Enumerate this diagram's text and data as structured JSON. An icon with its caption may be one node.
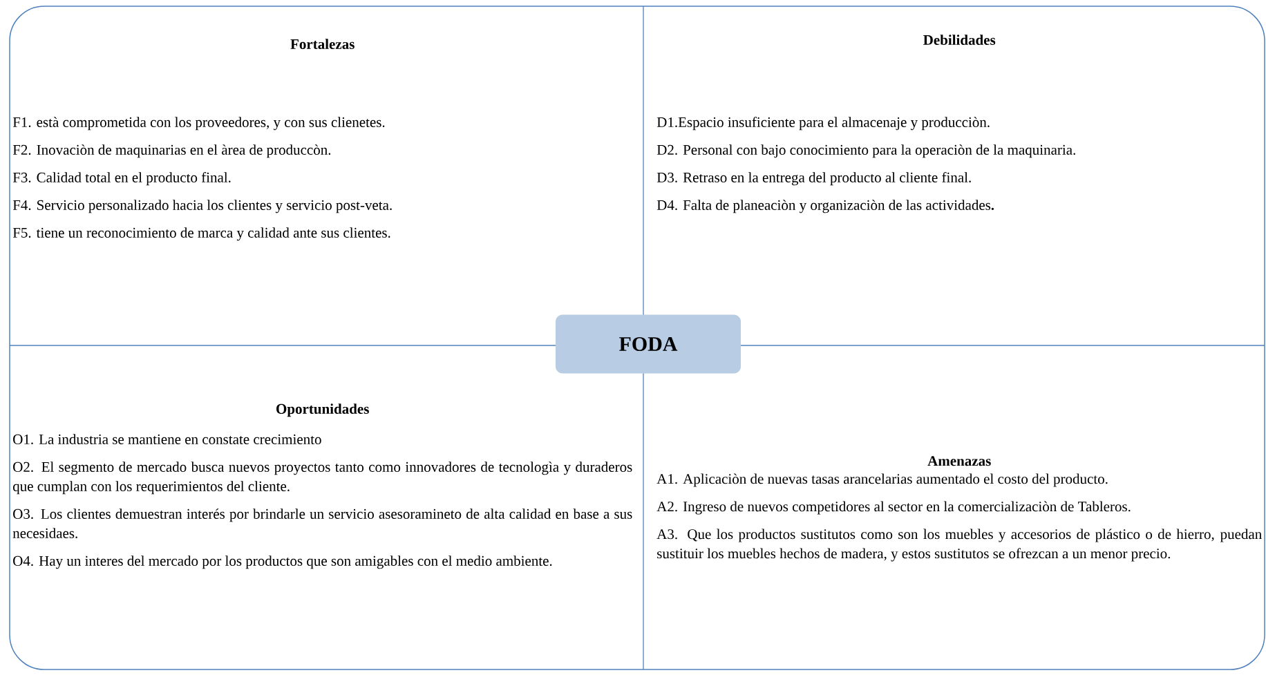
{
  "diagram": {
    "nodes": [
      {
        "text": [
          "Fortalezas",
          "F1. està comprometida con los proveedores, y con sus clienetes.",
          "F2. Inovaciòn de  maquinarias en el àrea de produccòn.",
          "F3. Calidad total en el producto final.",
          "F4. Servicio personalizado hacia los clientes y servicio post-veta.",
          "F5. tiene un reconocimiento de marca y  calidad ante sus clientes."
        ]
      },
      {
        "text": [
          "Debilidades",
          "D1.Espacio insuficiente para el almacenaje y producciòn.",
          "D2. Personal con bajo conocimiento para la operaciòn de la maquinaria.",
          "D3. Retraso en la entrega del producto al cliente final.",
          "D4. Falta de planeaciòn y organizaciòn de las actividades**.**"
        ]
      },
      {
        "text": [
          "FODA"
        ]
      },
      {
        "text": [
          "Oportunidades",
          "O1. La industria se mantiene en constate crecimiento",
          "O2. El segmento de mercado busca nuevos proyectos tanto como innovadores de tecnologìa y duraderos que cumplan con los requerimientos del cliente.",
          "O3. Los clientes demuestran interés por brindarle un servicio asesoramineto de alta calidad en base a sus necesidaes.",
          "O4. Hay un interes del mercado por los productos que son amigables con el medio ambiente."
        ]
      },
      {
        "text": [
          "Amenazas",
          "A1.  Aplicaciòn de nuevas tasas arancelarias aumentado el costo del producto.",
          "A2. Ingreso de nuevos competidores al sector en la comercializaciòn de Tableros.",
          "A3. Que los productos sustitutos como son los muebles y accesorios de plástico o de hierro, puedan sustituir los muebles hechos de madera, y estos sustitutos se ofrezcan a un menor precio."
        ]
      }
    ]
  }
}
